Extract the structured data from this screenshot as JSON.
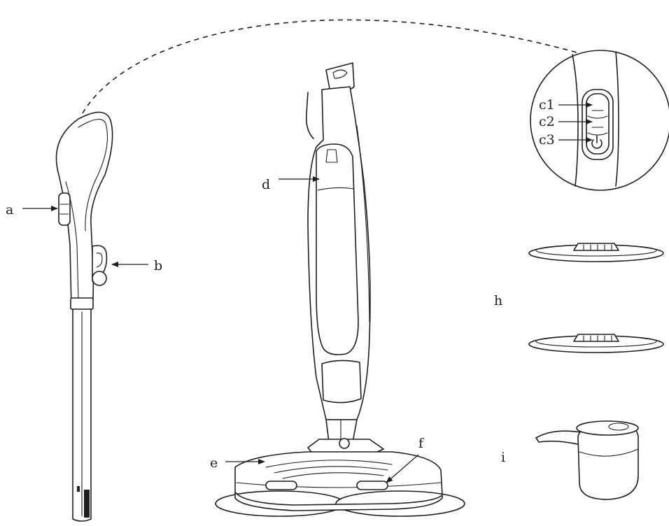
{
  "labels": {
    "a": "a",
    "b": "b",
    "c1": "c1",
    "c2": "c2",
    "c3": "c3",
    "d": "d",
    "e": "e",
    "f": "f",
    "h": "h",
    "i": "i"
  },
  "icons": {
    "power": "power-icon"
  },
  "colors": {
    "line": "#1e1e1e",
    "background": "#ffffff"
  }
}
